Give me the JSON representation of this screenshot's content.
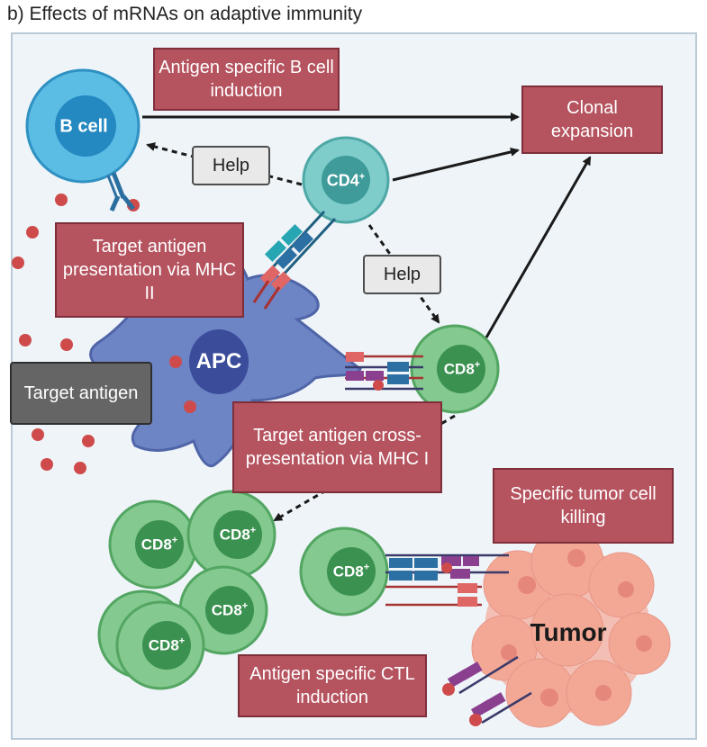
{
  "title": "b) Effects of mRNAs on adaptive immunity",
  "labels": {
    "antigen_b": "Antigen specific B cell induction",
    "clonal": "Clonal expansion",
    "help1": "Help",
    "help2": "Help",
    "mhc2": "Target antigen presentation via MHC II",
    "target_antigen": "Target antigen",
    "mhc1": "Target antigen cross-presentation via MHC I",
    "killing": "Specific tumor cell killing",
    "ctl": "Antigen specific CTL induction"
  },
  "cells": {
    "bcell": "B cell",
    "cd4": "CD4",
    "cd8": "CD8",
    "apc": "APC",
    "tumor": "Tumor",
    "plus": "+"
  },
  "colors": {
    "box_red": "#b5535f",
    "bcell": "#5bbce4",
    "cd4": "#7fcdcb",
    "cd8": "#84c98f",
    "apc": "#6d84c5",
    "tumor": "#f3a896",
    "antigen_dot": "#cf4b4b"
  }
}
